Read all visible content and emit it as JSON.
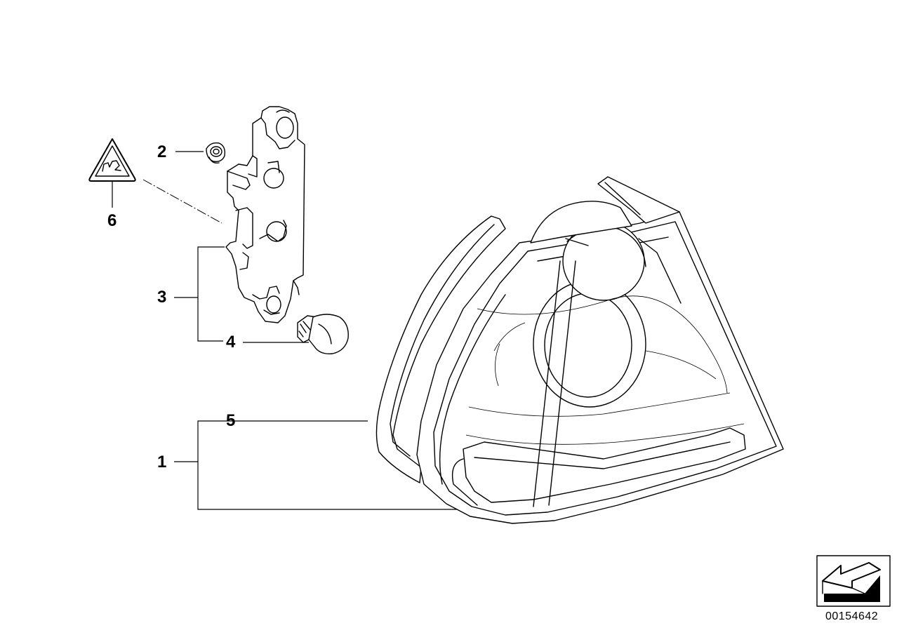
{
  "diagram": {
    "callouts": [
      {
        "id": "part-1",
        "label": "1"
      },
      {
        "id": "part-2",
        "label": "2"
      },
      {
        "id": "part-3",
        "label": "3"
      },
      {
        "id": "part-4",
        "label": "4"
      },
      {
        "id": "part-5",
        "label": "5"
      },
      {
        "id": "part-6",
        "label": "6"
      }
    ],
    "diagram_number": "00154642",
    "icons": {
      "warning_symbol": "warning-triangle-icon",
      "view_direction": "direction-arrow-icon"
    }
  }
}
